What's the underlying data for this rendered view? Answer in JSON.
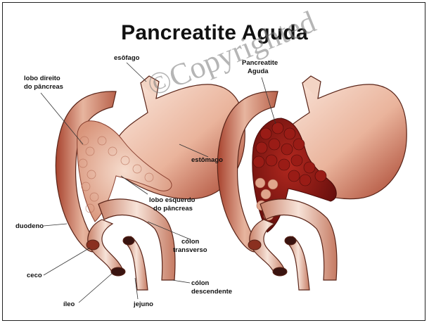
{
  "title": "Pancreatite Aguda",
  "watermark": "©Copyrighted",
  "labels": {
    "esofago": "esôfago",
    "lobo_direito_1": "lobo direito",
    "lobo_direito_2": "do pâncreas",
    "estomago": "estômago",
    "lobo_esquerdo_1": "lobo esquerdo",
    "lobo_esquerdo_2": "do pâncreas",
    "duodeno": "duodeno",
    "colon_transverso_1": "cólon",
    "colon_transverso_2": "transverso",
    "ceco": "ceco",
    "ileo": "íleo",
    "jejuno": "jejuno",
    "colon_descendente_1": "cólon",
    "colon_descendente_2": "descendente",
    "pancreatite_1": "Pancreatite",
    "pancreatite_2": "Aguda"
  },
  "colors": {
    "tissue_light": "#f3d4c4",
    "tissue_dark": "#a8432e",
    "inflamed": "#7a1210",
    "outline": "#5a2418"
  }
}
